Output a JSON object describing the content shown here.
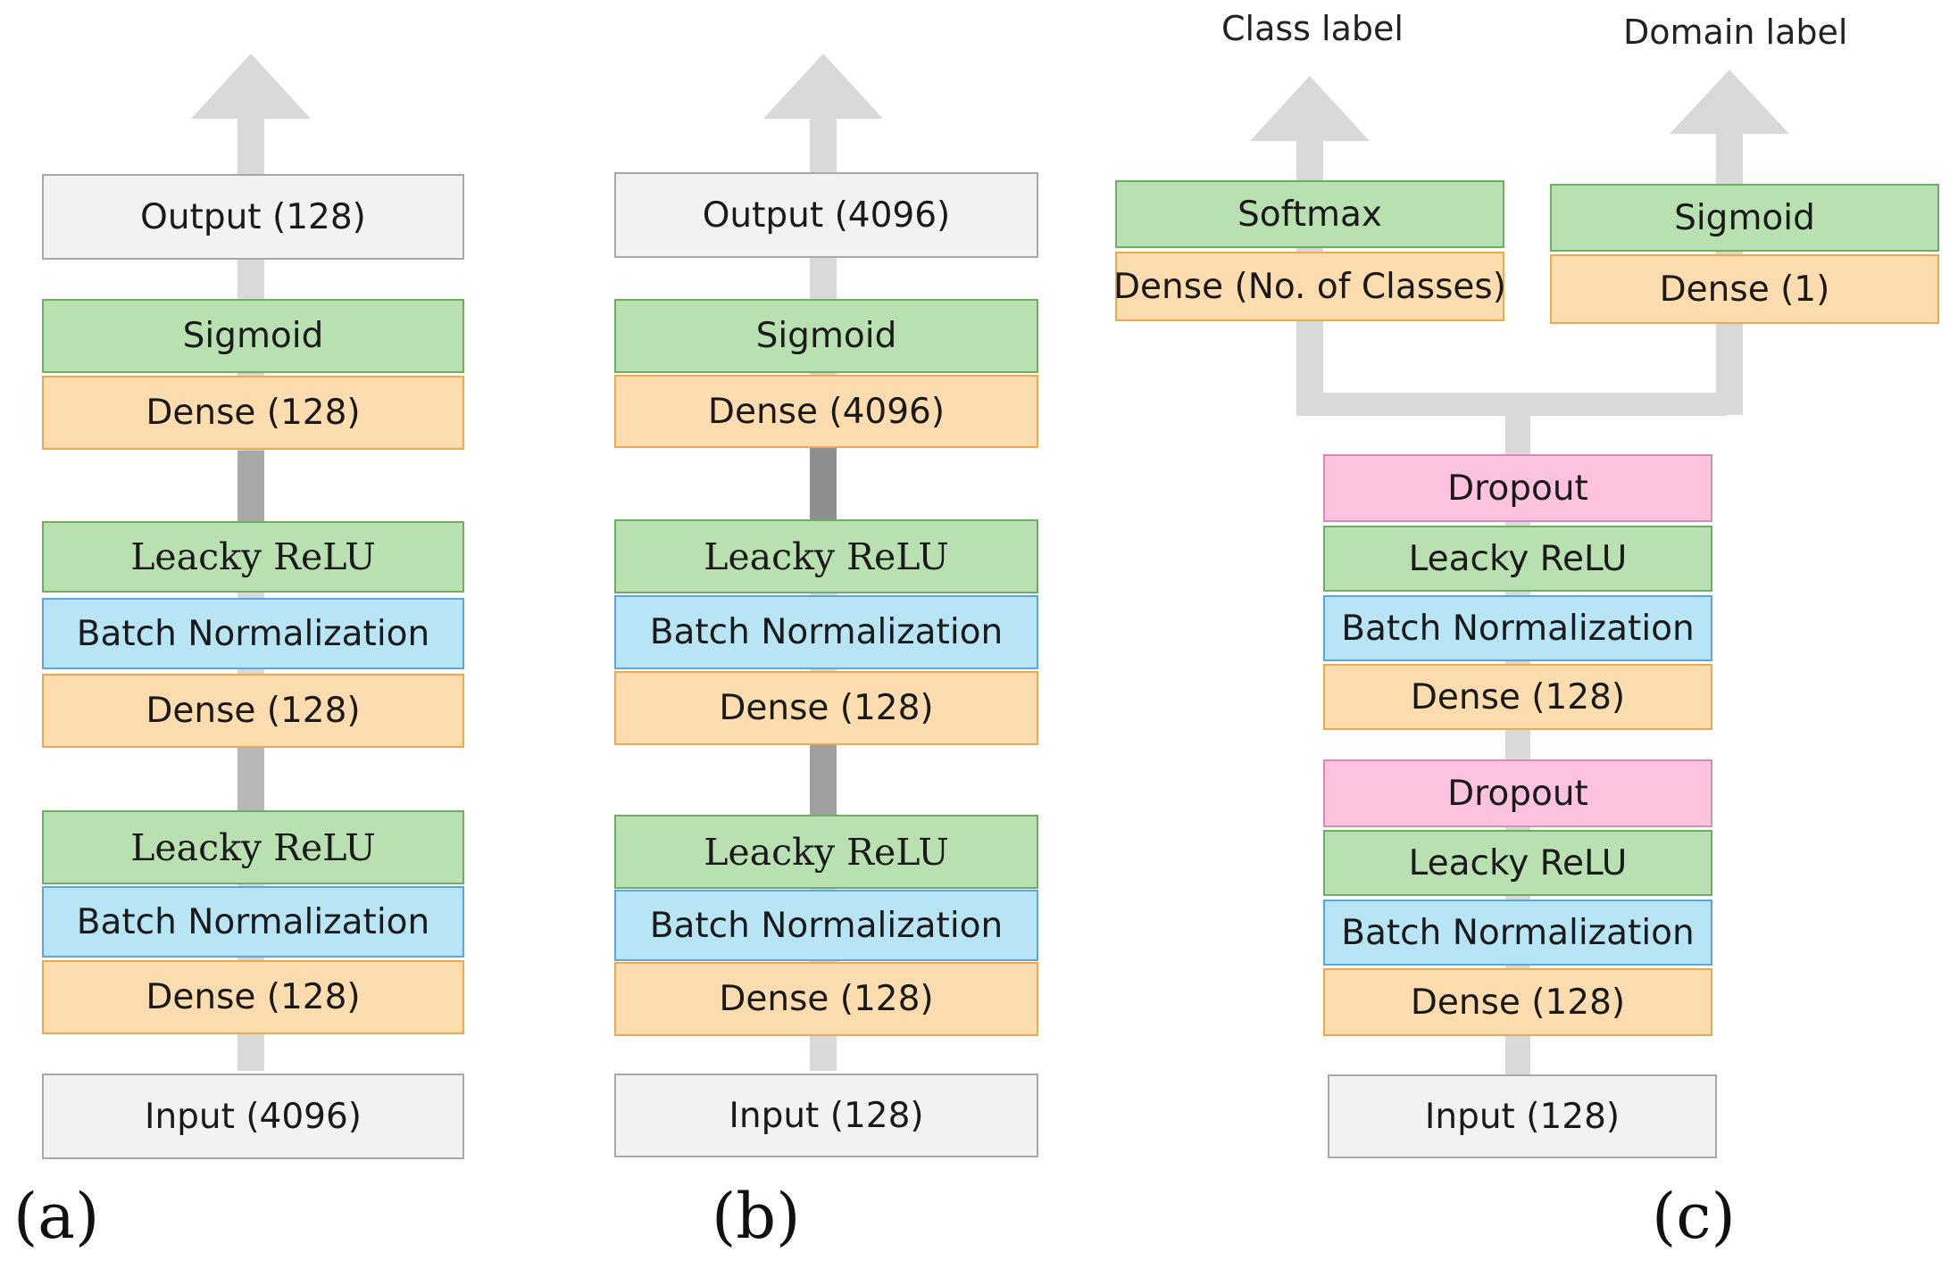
{
  "panel_a": {
    "caption": "(a)",
    "output": "Output (128)",
    "sigmoid": "Sigmoid",
    "dense_top": "Dense (128)",
    "relu_1": "Leacky ReLU",
    "bn_1": "Batch Normalization",
    "dense_1": "Dense (128)",
    "relu_2": "Leacky ReLU",
    "bn_2": "Batch Normalization",
    "dense_2": "Dense (128)",
    "input": "Input (4096)"
  },
  "panel_b": {
    "caption": "(b)",
    "output": "Output (4096)",
    "sigmoid": "Sigmoid",
    "dense_top": "Dense (4096)",
    "relu_1": "Leacky ReLU",
    "bn_1": "Batch Normalization",
    "dense_1": "Dense (128)",
    "relu_2": "Leacky ReLU",
    "bn_2": "Batch Normalization",
    "dense_2": "Dense (128)",
    "input": "Input (128)"
  },
  "panel_c": {
    "caption": "(c)",
    "class_label": "Class label",
    "domain_label": "Domain label",
    "softmax": "Softmax",
    "dense_classes": "Dense (No. of Classes)",
    "sigmoid": "Sigmoid",
    "dense_domain": "Dense (1)",
    "dropout_1": "Dropout",
    "relu_1": "Leacky ReLU",
    "bn_1": "Batch Normalization",
    "dense_1": "Dense (128)",
    "dropout_2": "Dropout",
    "relu_2": "Leacky ReLU",
    "bn_2": "Batch Normalization",
    "dense_2": "Dense (128)",
    "input": "Input (128)"
  },
  "colors": {
    "arrow": "#d9d9d9",
    "arrow_dark": "#a6a6a6",
    "io_fill": "#f2f2f2",
    "activation_fill": "#b9e0b1",
    "dense_fill": "#fddcb0",
    "batchnorm_fill": "#b7e5f6",
    "dropout_fill": "#fbc3e0"
  }
}
